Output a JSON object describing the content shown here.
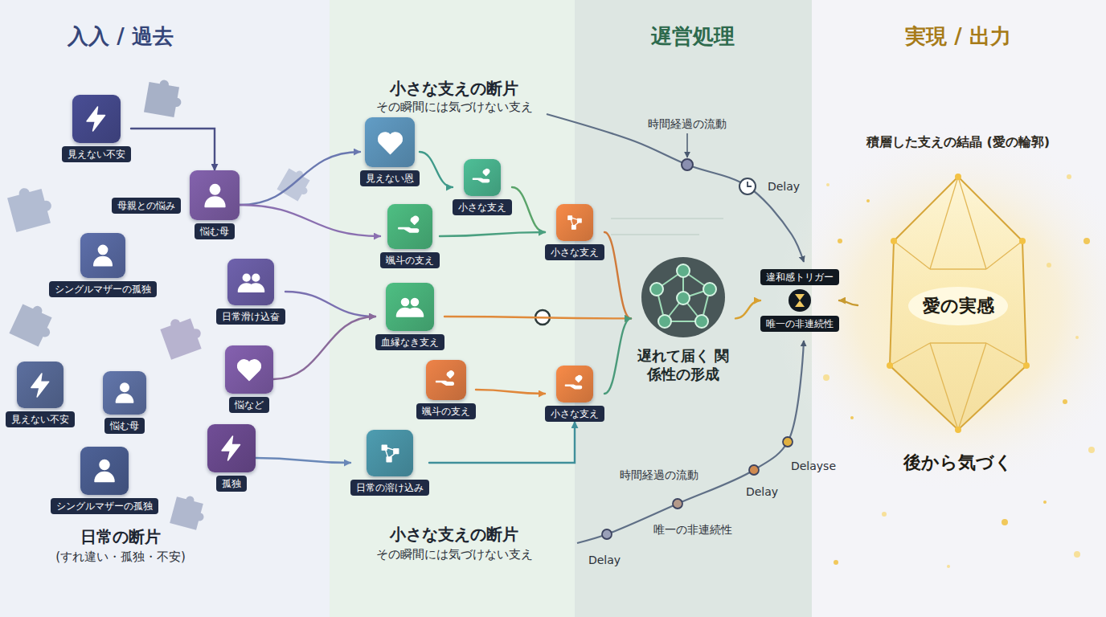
{
  "diagram": {
    "nodes": [
      {
        "text": [
          "見えない不安"
        ]
      },
      {
        "text": [
          "悩む母"
        ]
      },
      {
        "text": [
          "シングルマザーの孤独"
        ]
      },
      {
        "text": [
          "日常滑け込奋"
        ]
      },
      {
        "text": [
          "悩など"
        ]
      },
      {
        "text": [
          "見えない不安"
        ]
      },
      {
        "text": [
          "悩む母"
        ]
      },
      {
        "text": [
          "シングルマザーの孤独"
        ]
      },
      {
        "text": [
          "孤独"
        ]
      },
      {
        "text": [
          "見えない恩"
        ]
      },
      {
        "text": [
          "小さな支え"
        ]
      },
      {
        "text": [
          "小さな支え"
        ]
      },
      {
        "text": [
          "颯斗の支え"
        ]
      },
      {
        "text": [
          "血縁なき支え"
        ]
      },
      {
        "text": [
          "颯斗の支え"
        ]
      },
      {
        "text": [
          "小さな支え"
        ]
      },
      {
        "text": [
          "日常の溶け込み"
        ]
      },
      {
        "text": [
          "遅れて届く 関係性の形成"
        ]
      },
      {
        "text": [
          "違和感トリガー",
          "唯一の非連続性"
        ]
      },
      {
        "text": [
          "積層した支えの結晶 (愛の輪郭)",
          "愛の実感",
          "後から気づく"
        ]
      }
    ],
    "edges": [
      {
        "from": 0,
        "to": 1,
        "arrow": "to"
      },
      {
        "from": 1,
        "to": 9,
        "arrow": "to"
      },
      {
        "from": 1,
        "to": 12,
        "arrow": "to"
      },
      {
        "from": 3,
        "to": 13,
        "arrow": "to"
      },
      {
        "from": 4,
        "to": 13,
        "arrow": "to"
      },
      {
        "from": 8,
        "to": 16,
        "arrow": "to"
      },
      {
        "from": 9,
        "to": 10,
        "arrow": "to"
      },
      {
        "from": 10,
        "to": 11,
        "arrow": "to"
      },
      {
        "from": 12,
        "to": 11,
        "arrow": "to"
      },
      {
        "from": 13,
        "to": 17,
        "arrow": "to"
      },
      {
        "from": 11,
        "to": 17,
        "arrow": "to"
      },
      {
        "from": 14,
        "to": 15,
        "arrow": "to"
      },
      {
        "from": 15,
        "to": 17,
        "arrow": "to"
      },
      {
        "from": 16,
        "to": 15,
        "arrow": "to"
      },
      {
        "from": 17,
        "to": 18,
        "arrow": "to"
      },
      {
        "from": 19,
        "to": 18,
        "arrow": "to"
      }
    ],
    "labels": [
      "入入 / 過去",
      "小さな支えの断片",
      "その瞬間には気づけない支え",
      "遅営処理",
      "実現 / 出力",
      "時間経過の流動",
      "Delay",
      "母親との悩み",
      "日常の断片",
      "(すれ違い・孤独・不安)",
      "小さな支えの断片",
      "その瞬間には気づけない支え",
      "時間経過の流動",
      "唯一の非連続性",
      "Delay",
      "Delayse",
      "Delay"
    ]
  }
}
